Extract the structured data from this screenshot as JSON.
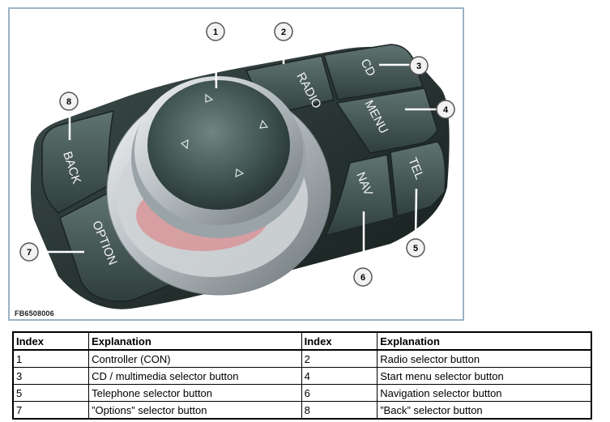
{
  "figure": {
    "code": "FB6508006",
    "buttons": {
      "radio": "RADIO",
      "cd": "CD",
      "menu": "MENU",
      "tel": "TEL",
      "nav": "NAV",
      "back": "BACK",
      "option": "OPTION"
    },
    "callouts": [
      "1",
      "2",
      "3",
      "4",
      "5",
      "6",
      "7",
      "8"
    ]
  },
  "table": {
    "headers": [
      "Index",
      "Explanation",
      "Index",
      "Explanation"
    ],
    "rows": [
      [
        "1",
        "Controller (CON)",
        "2",
        "Radio selector button"
      ],
      [
        "3",
        "CD / multimedia selector button",
        "4",
        "Start menu selector button"
      ],
      [
        "5",
        "Telephone selector button",
        "6",
        "Navigation selector button"
      ],
      [
        "7",
        "”Options” selector button",
        "8",
        "”Back” selector button"
      ]
    ]
  }
}
